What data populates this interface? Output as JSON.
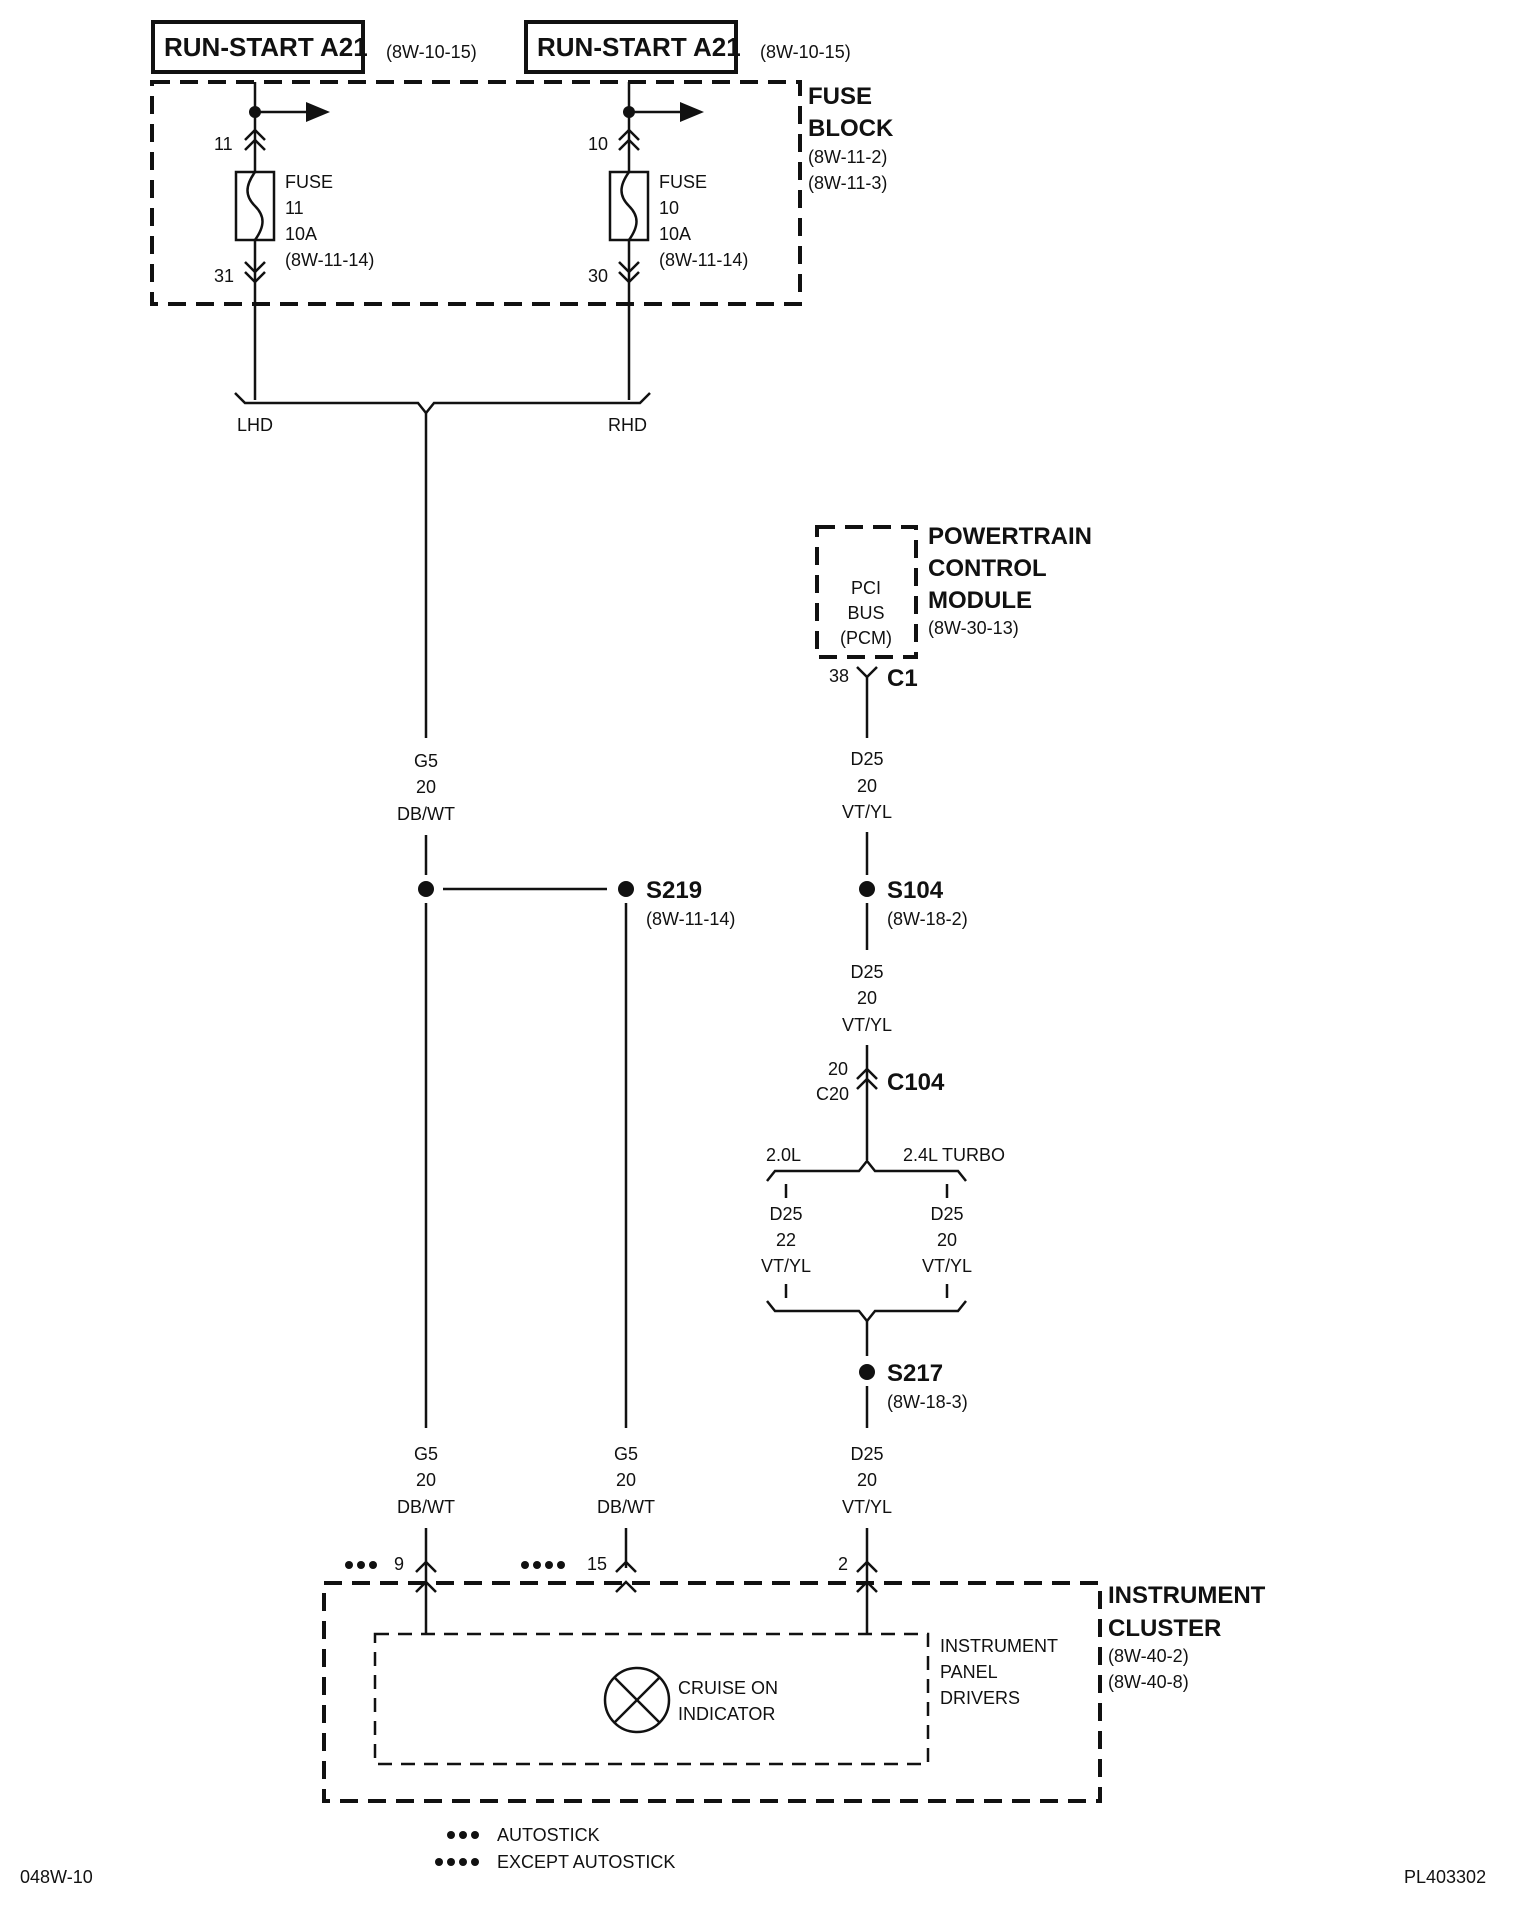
{
  "power_sources": [
    {
      "label": "RUN-START A21",
      "ref": "(8W-10-15)"
    },
    {
      "label": "RUN-START A21",
      "ref": "(8W-10-15)"
    }
  ],
  "fuse_block": {
    "title_line1": "FUSE",
    "title_line2": "BLOCK",
    "ref1": "(8W-11-2)",
    "ref2": "(8W-11-3)",
    "fuses": [
      {
        "in_pin": "11",
        "out_pin": "31",
        "l1": "FUSE",
        "l2": "11",
        "l3": "10A",
        "l4": "(8W-11-14)"
      },
      {
        "in_pin": "10",
        "out_pin": "30",
        "l1": "FUSE",
        "l2": "10",
        "l3": "10A",
        "l4": "(8W-11-14)"
      }
    ]
  },
  "options": {
    "lhd": "LHD",
    "rhd": "RHD"
  },
  "pcm": {
    "inner1": "PCI",
    "inner2": "BUS",
    "inner3": "(PCM)",
    "title1": "POWERTRAIN",
    "title2": "CONTROL",
    "title3": "MODULE",
    "ref": "(8W-30-13)",
    "pin": "38",
    "connector": "C1"
  },
  "wires": {
    "g5_main": {
      "code": "G5",
      "gauge": "20",
      "color": "DB/WT"
    },
    "d25_pcm": {
      "code": "D25",
      "gauge": "20",
      "color": "VT/YL"
    },
    "d25_mid": {
      "code": "D25",
      "gauge": "20",
      "color": "VT/YL"
    },
    "d25_20l": {
      "code": "D25",
      "gauge": "22",
      "color": "VT/YL"
    },
    "d25_24l": {
      "code": "D25",
      "gauge": "20",
      "color": "VT/YL"
    },
    "g5_left": {
      "code": "G5",
      "gauge": "20",
      "color": "DB/WT"
    },
    "g5_right": {
      "code": "G5",
      "gauge": "20",
      "color": "DB/WT"
    },
    "d25_bottom": {
      "code": "D25",
      "gauge": "20",
      "color": "VT/YL"
    }
  },
  "splices": {
    "s219": {
      "name": "S219",
      "ref": "(8W-11-14)"
    },
    "s104": {
      "name": "S104",
      "ref": "(8W-18-2)"
    },
    "s217": {
      "name": "S217",
      "ref": "(8W-18-3)"
    }
  },
  "c104": {
    "name": "C104",
    "pin_top": "20",
    "pin_bottom": "C20"
  },
  "engine_options": {
    "left": "2.0L",
    "right": "2.4L TURBO"
  },
  "cluster": {
    "title1": "INSTRUMENT",
    "title2": "CLUSTER",
    "ref1": "(8W-40-2)",
    "ref2": "(8W-40-8)",
    "drivers1": "INSTRUMENT",
    "drivers2": "PANEL",
    "drivers3": "DRIVERS",
    "indicator1": "CRUISE ON",
    "indicator2": "INDICATOR",
    "pins": {
      "p9": "9",
      "p15": "15",
      "p2": "2"
    }
  },
  "legend": {
    "autostick": "AUTOSTICK",
    "except_autostick": "EXCEPT AUTOSTICK"
  },
  "footer": {
    "left": "048W-10",
    "right": "PL403302"
  }
}
